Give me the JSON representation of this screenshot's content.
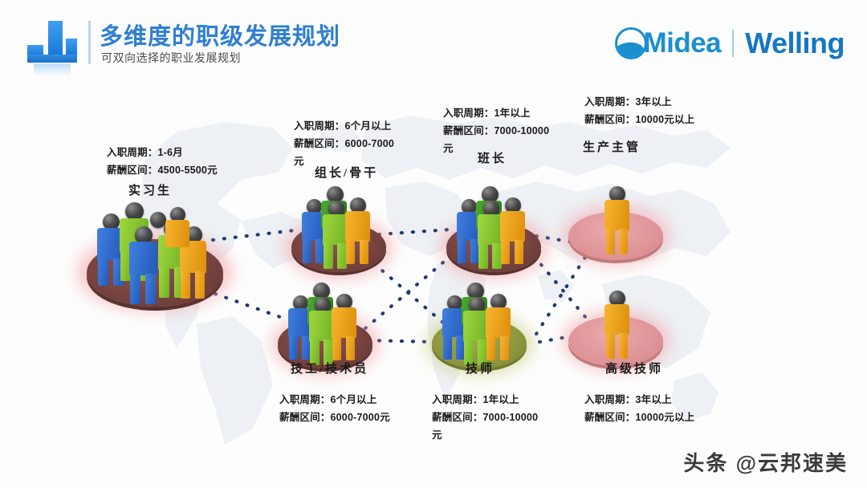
{
  "header": {
    "logo_icon": "blue-3d-blocks-icon",
    "title": "多维度的职级发展规划",
    "subtitle": "可双向选择的职业发展规划",
    "brand": {
      "primary": "Midea",
      "secondary": "Welling",
      "divider": "|"
    }
  },
  "background": {
    "image": "world-map-outline",
    "color": "#dfe4ec"
  },
  "colors": {
    "title_blue": "#2f7fd1",
    "brand_blue": "#1a8fd0",
    "brand_blue_dark": "#1478c4",
    "connector_dot": "#1f3a6e",
    "platform_brown": "#7d4a47",
    "platform_pink": "#d98f92",
    "platform_olive": "#8e963f",
    "figure_blue": "#2f6fd0",
    "figure_green": "#8cc63e",
    "figure_yellow": "#f2a81d",
    "figure_head": "#3f3f3f"
  },
  "nodes": [
    {
      "id": "intern",
      "role": "实习生",
      "tenure_label": "入职周期：",
      "tenure_value": "1-6月",
      "salary_label": "薪酬区间：",
      "salary_value": "4500-5500元",
      "info": "入职周期：1-6月\n薪酬区间：4500-5500元",
      "headcount": 7,
      "platform": "brown",
      "label_position": "above"
    },
    {
      "id": "team-leader",
      "role": "组长/骨干",
      "tenure_label": "入职周期：",
      "tenure_value": "6个月以上",
      "salary_label": "薪酬区间：",
      "salary_value": "6000-7000元",
      "info": "入职周期：6个月以上\n薪酬区间：6000-7000\n元",
      "headcount": 4,
      "platform": "brown",
      "label_position": "above"
    },
    {
      "id": "shift-leader",
      "role": "班长",
      "tenure_label": "入职周期：",
      "tenure_value": "1年以上",
      "salary_label": "薪酬区间：",
      "salary_value": "7000-10000元",
      "info": "入职周期：1年以上\n薪酬区间：7000-10000\n元",
      "headcount": 4,
      "platform": "brown",
      "label_position": "above"
    },
    {
      "id": "production-supervisor",
      "role": "生产主管",
      "tenure_label": "入职周期：",
      "tenure_value": "3年以上",
      "salary_label": "薪酬区间：",
      "salary_value": "10000元以上",
      "info": "入职周期：3年以上\n薪酬区间：10000元以上",
      "headcount": 1,
      "platform": "pink",
      "label_position": "above"
    },
    {
      "id": "technician",
      "role": "技工/技术员",
      "tenure_label": "入职周期：",
      "tenure_value": "6个月以上",
      "salary_label": "薪酬区间：",
      "salary_value": "6000-7000元",
      "info": "入职周期：6个月以上\n薪酬区间：6000-7000元",
      "headcount": 4,
      "platform": "brown",
      "label_position": "below"
    },
    {
      "id": "senior-technician",
      "role": "技师",
      "tenure_label": "入职周期：",
      "tenure_value": "1年以上",
      "salary_label": "薪酬区间：",
      "salary_value": "7000-10000元",
      "info": "入职周期：1年以上\n薪酬区间：7000-10000\n元",
      "headcount": 4,
      "platform": "olive",
      "label_position": "below"
    },
    {
      "id": "master-technician",
      "role": "高级技师",
      "tenure_label": "入职周期：",
      "tenure_value": "3年以上",
      "salary_label": "薪酬区间：",
      "salary_value": "10000元以上",
      "info": "入职周期：3年以上\n薪酬区间：10000元以上",
      "headcount": 1,
      "platform": "pink",
      "label_position": "below"
    }
  ],
  "watermark": "头条 @云邦速美"
}
